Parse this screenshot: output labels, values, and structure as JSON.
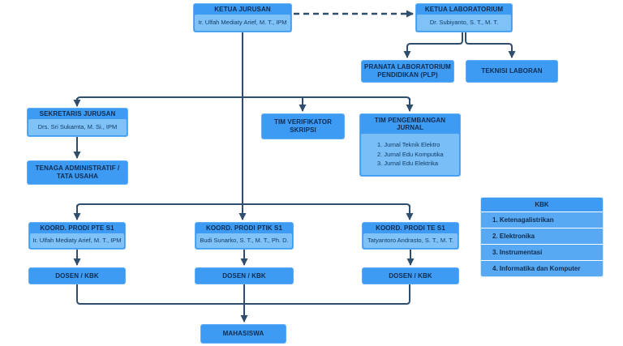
{
  "diagram": {
    "ketua_jurusan": {
      "title": "KETUA JURUSAN",
      "name": "Ir. Ulfah Mediaty Arief, M. T., IPM"
    },
    "ketua_laboratorium": {
      "title": "KETUA LABORATORIUM",
      "name": "Dr. Subiyanto, S. T., M. T."
    },
    "pranata": {
      "title": "PRANATA LABORATORIUM PENDIDIKAN (PLP)"
    },
    "teknisi": {
      "title": "TEKNISI LABORAN"
    },
    "sekretaris": {
      "title": "SEKRETARIS JURUSAN",
      "name": "Drs. Sri Sukamta, M. Si., IPM"
    },
    "tenaga": {
      "title": "TENAGA ADMINISTRATIF / TATA USAHA"
    },
    "tim_verifikator": {
      "title": "TIM VERIFIKATOR SKRIPSI"
    },
    "tim_jurnal": {
      "title": "TIM PENGEMBANGAN JURNAL",
      "items": [
        "1. Jurnal Teknik Elektro",
        "2. Jurnal Edu Komputika",
        "3. Jurnal Edu Elektrika"
      ]
    },
    "koord_pte": {
      "title": "KOORD. PRODI PTE S1",
      "name": "Ir. Ulfah Mediaty Arief, M. T., IPM"
    },
    "koord_ptik": {
      "title": "KOORD. PRODI PTIK S1",
      "name": "Budi Sunarko, S. T., M. T., Ph. D."
    },
    "koord_te": {
      "title": "KOORD. PRODI TE S1",
      "name": "Tatyantoro Andrasto, S. T., M. T."
    },
    "dosen_kbk": {
      "title": "DOSEN / KBK"
    },
    "mahasiswa": {
      "title": "MAHASISWA"
    },
    "kbk": {
      "title": "KBK",
      "items": [
        "1. Ketenagalistrikan",
        "2. Elektronika",
        "3. Instrumentasi",
        "4. Informatika dan Komputer"
      ]
    }
  },
  "colors": {
    "header_blue": "#3E9BF4",
    "light_blue": "#7FC2F8",
    "row_blue": "#58A9F3",
    "connector": "#2F4E6E",
    "text_dark": "#0D2B4E"
  }
}
